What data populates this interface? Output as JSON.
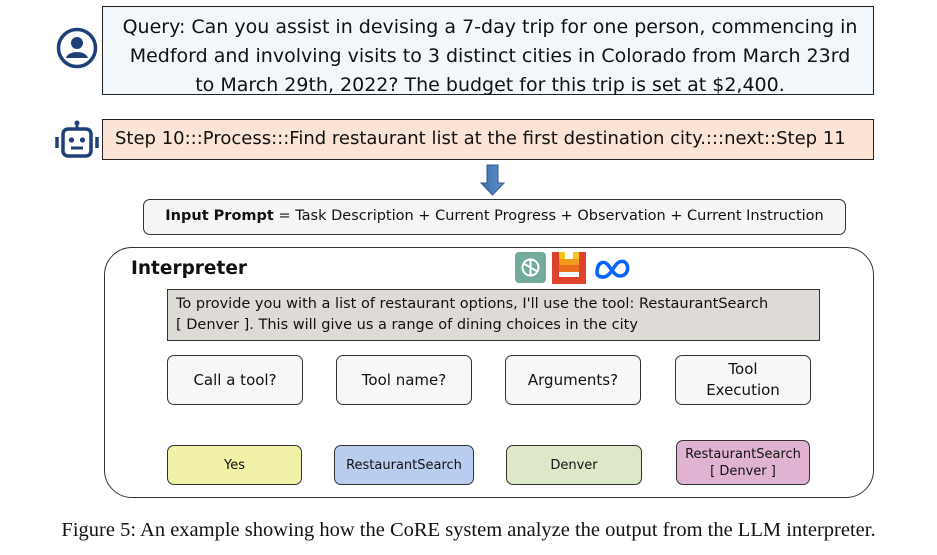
{
  "query": {
    "lines": [
      "Query: Can you assist in devising a 7-day trip for one person, commencing in",
      "Medford and involving visits to 3 distinct cities in Colorado from March 23rd",
      "to March 29th, 2022? The budget for this trip is set at $2,400."
    ]
  },
  "step": {
    "text": "Step 10:::Process:::Find restaurant list at the first destination city.:::next::Step 11"
  },
  "input_prompt": {
    "label": "Input Prompt",
    "rest": " = Task Description + Current Progress + Observation + Current Instruction"
  },
  "interpreter": {
    "title": "Interpreter",
    "output_lines": [
      "To provide you with a list of restaurant options, I'll use the tool: RestaurantSearch",
      "[ Denver ]. This will give us a range of dining choices in the city"
    ],
    "steps": [
      "Call a tool?",
      "Tool name?",
      "Arguments?",
      "Tool\nExecution"
    ],
    "results": [
      "Yes",
      "RestaurantSearch",
      "Denver",
      "RestaurantSearch\n[ Denver ]"
    ]
  },
  "colors": {
    "query_bg": "#f2f7fb",
    "step_bg": "#fbe3d6",
    "arrow_blue": "#4f86c0",
    "result_yes": "#f1f1a8",
    "result_tool": "#b9cdee",
    "result_args": "#dde8c8",
    "result_exec": "#e0b3d2"
  },
  "caption": "Figure 5: An example showing how the CoRE system analyze the output from the LLM interpreter."
}
